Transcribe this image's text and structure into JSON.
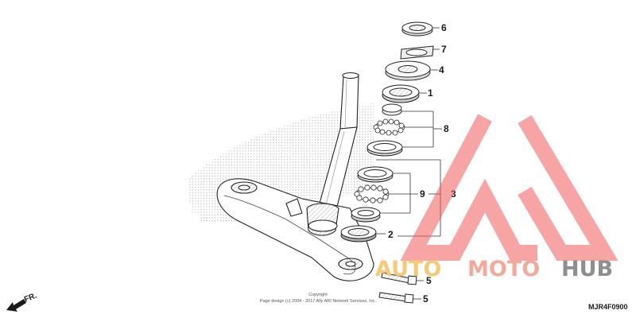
{
  "diagram": {
    "code": "MJR4F0900",
    "direction_label": "FR.",
    "copyright": {
      "line1": "Copyright",
      "line2": "Page design (c) 2004 - 2017 Ally ARI Network Services, Inc."
    },
    "callouts": [
      "6",
      "7",
      "4",
      "1",
      "8",
      "9",
      "3",
      "2",
      "5",
      "5"
    ]
  },
  "watermark": {
    "part1": "AUTO",
    "part2": "MOTO",
    "part3": "HUB",
    "colors": {
      "auto": "#f6c978",
      "moto": "#f4a89a",
      "hub": "#8e8e8e",
      "triangle": "#f05a5a"
    }
  }
}
